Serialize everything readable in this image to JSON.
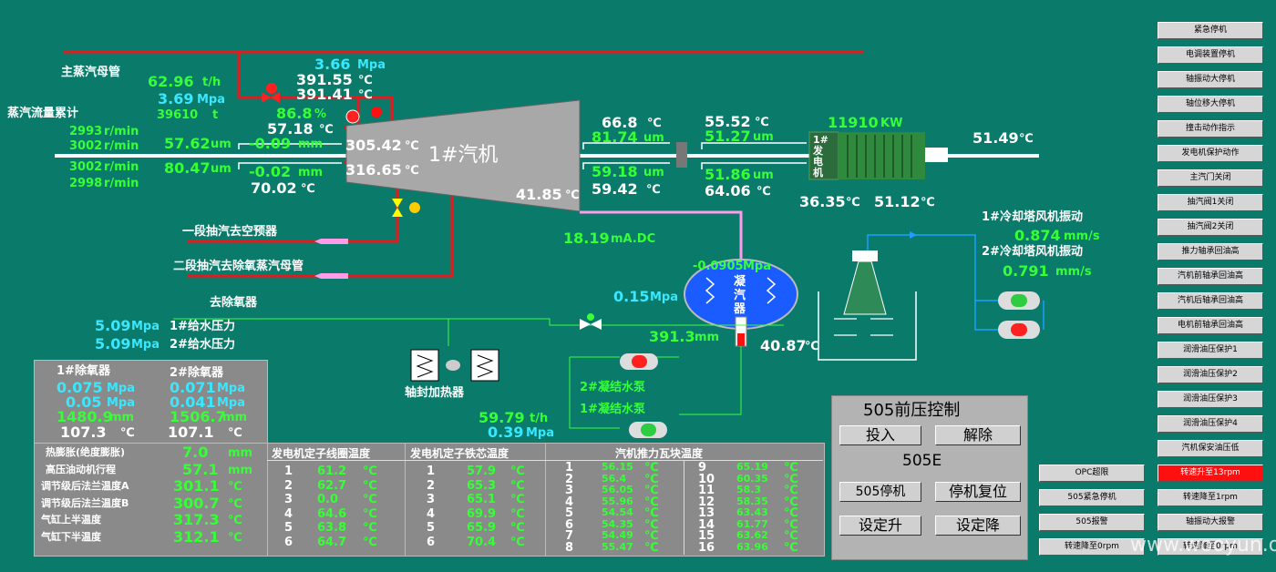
{
  "labels": {
    "main_steam_header": "主蒸汽母管",
    "steam_flow_total": "蒸汽流量累计",
    "extraction1": "一段抽汽去空预器",
    "extraction2": "二段抽汽去除氧蒸汽母管",
    "to_deaerator": "去除氧器",
    "turbine": "1#汽机",
    "generator": "1#发电机",
    "condenser": "凝汽器",
    "shaft_seal_heater": "轴封加热器",
    "pump2": "2#凝结水泵",
    "pump1": "1#凝结水泵",
    "fan1_vib": "1#冷却塔风机振动",
    "fan2_vib": "2#冷却塔风机振动",
    "feed1": "1#给水压力",
    "feed2": "2#给水压力"
  },
  "values": {
    "flow_th": "62.96",
    "flow_th_unit": "t/h",
    "p_main": "3.69",
    "p_main_unit": "Mpa",
    "flow_total": "39610",
    "flow_total_unit": "t",
    "p_valve": "3.66",
    "p_valve_unit": "Mpa",
    "t1": "391.55",
    "t1_unit": "℃",
    "t2": "391.41",
    "t2_unit": "℃",
    "valve_pct": "86.8",
    "valve_pct_unit": "%",
    "t_inlet": "57.18",
    "t_inlet_unit": "℃",
    "rpm1": "2993",
    "rpm2": "3002",
    "rpm3": "3002",
    "rpm4": "2998",
    "rpm_unit": "r/min",
    "vib1": "57.62",
    "vib2": "80.47",
    "vib_unit": "um",
    "shift1": "-0.09",
    "shift2": "-0.02",
    "shift_unit": "mm",
    "t_turbine1": "305.42",
    "t_turbine2": "316.65",
    "t_turb_unit": "℃",
    "t_front": "70.02",
    "t_front_unit": "℃",
    "t_exhaust": "41.85",
    "t_exhaust_unit": "℃",
    "b1_temp": "66.8",
    "b1_temp_unit": "℃",
    "b1_vib": "81.74",
    "b1_vib_unit": "um",
    "b2_vib": "59.18",
    "b2_vib_unit": "um",
    "b2_temp": "59.42",
    "b2_temp_unit": "℃",
    "b3_temp": "55.52",
    "b3_temp_unit": "℃",
    "b3_vib": "51.27",
    "b3_vib_unit": "um",
    "b4_vib": "51.86",
    "b4_vib_unit": "um",
    "b4_temp": "64.06",
    "b4_temp_unit": "℃",
    "power": "11910",
    "power_unit": "KW",
    "gen_t1": "36.35",
    "gen_t2": "51.12",
    "gen_unit": "℃",
    "gen_end_temp": "51.49",
    "gen_end_unit": "℃",
    "mA": "18.19",
    "mA_unit": "mA.DC",
    "cond_p": "-0.0905",
    "cond_p_unit": "Mpa",
    "p_015": "0.15",
    "p_015_unit": "Mpa",
    "level": "391.3",
    "level_unit": "mm",
    "cond_temp": "40.87",
    "cond_temp_unit": "℃",
    "fan1": "0.874",
    "fan2": "0.791",
    "fan_unit": "mm/s",
    "feed1": "5.09",
    "feed2": "5.09",
    "feed_unit": "Mpa",
    "cw_flow": "59.79",
    "cw_flow_unit": "t/h",
    "cw_p": "0.39",
    "cw_p_unit": "Mpa"
  },
  "deaerator": {
    "h1": "1#除氧器",
    "h2": "2#除氧器",
    "p1": "0.075",
    "p2": "0.071",
    "p_unit": "Mpa",
    "q1": "0.05",
    "q2": "0.041",
    "q_unit": "Mpa",
    "lv1": "1480.9",
    "lv2": "1506.7",
    "lv_unit": "mm",
    "t1": "107.3",
    "t2": "107.1",
    "t_unit": "℃"
  },
  "params": [
    {
      "label": "热膨胀(绝度膨胀)",
      "value": "7.0",
      "unit": "mm"
    },
    {
      "label": "高压油动机行程",
      "value": "57.1",
      "unit": "mm"
    },
    {
      "label": "调节级后法兰温度A",
      "value": "301.1",
      "unit": "℃"
    },
    {
      "label": "调节级后法兰温度B",
      "value": "300.7",
      "unit": "℃"
    },
    {
      "label": "气缸上半温度",
      "value": "317.3",
      "unit": "℃"
    },
    {
      "label": "气缸下半温度",
      "value": "312.1",
      "unit": "℃"
    }
  ],
  "tables": {
    "winding_title": "发电机定子线圈温度",
    "winding": [
      "61.2",
      "62.7",
      "0.0",
      "64.6",
      "63.8",
      "64.7"
    ],
    "core_title": "发电机定子铁芯温度",
    "core": [
      "57.9",
      "65.3",
      "65.1",
      "69.9",
      "65.9",
      "70.4"
    ],
    "thrust_title": "汽机推力瓦块温度",
    "thrust_a": [
      "56.15",
      "56.4",
      "56.05",
      "55.96",
      "54.54",
      "54.35",
      "54.49",
      "55.47"
    ],
    "thrust_b": [
      "65.19",
      "60.35",
      "58.3",
      "58.35",
      "63.43",
      "61.77",
      "63.62",
      "63.96"
    ],
    "unit": "℃",
    "idx6": [
      "1",
      "2",
      "3",
      "4",
      "5",
      "6"
    ],
    "idx_a": [
      "1",
      "2",
      "3",
      "4",
      "5",
      "6",
      "7",
      "8"
    ],
    "idx_b": [
      "9",
      "10",
      "11",
      "12",
      "13",
      "14",
      "15",
      "16"
    ]
  },
  "control505": {
    "title": "505前压控制",
    "engage": "投入",
    "release": "解除",
    "model": "505E",
    "stop": "505停机",
    "reset": "停机复位",
    "set_up": "设定升",
    "set_down": "设定降"
  },
  "right_buttons": [
    "紧急停机",
    "电调装置停机",
    "轴振动大停机",
    "轴位移大停机",
    "撞击动作指示",
    "发电机保护动作",
    "主汽门关闭",
    "抽汽阀1关闭",
    "抽汽阀2关闭",
    "推力轴承回油高",
    "汽机前轴承回油高",
    "汽机后轴承回油高",
    "电机前轴承回油高",
    "润滑油压保护1",
    "润滑油压保护2",
    "润滑油压保护3",
    "润滑油压保护4",
    "汽机保安油压低",
    "转速升至13rpm",
    "转速降至1rpm",
    "轴振动大报警",
    "转速降至0rpm"
  ],
  "bottom_buttons": [
    "OPC超限",
    "505紧急停机",
    "505报警",
    "转速降至0rpm"
  ],
  "watermark": "www.wooyun.org",
  "colors": {
    "background": "#0a7a6a",
    "steam_pipe": "#e8181c",
    "value_green": "#35ff35",
    "value_cyan": "#39e8ff",
    "alarm": "#ff1010"
  }
}
